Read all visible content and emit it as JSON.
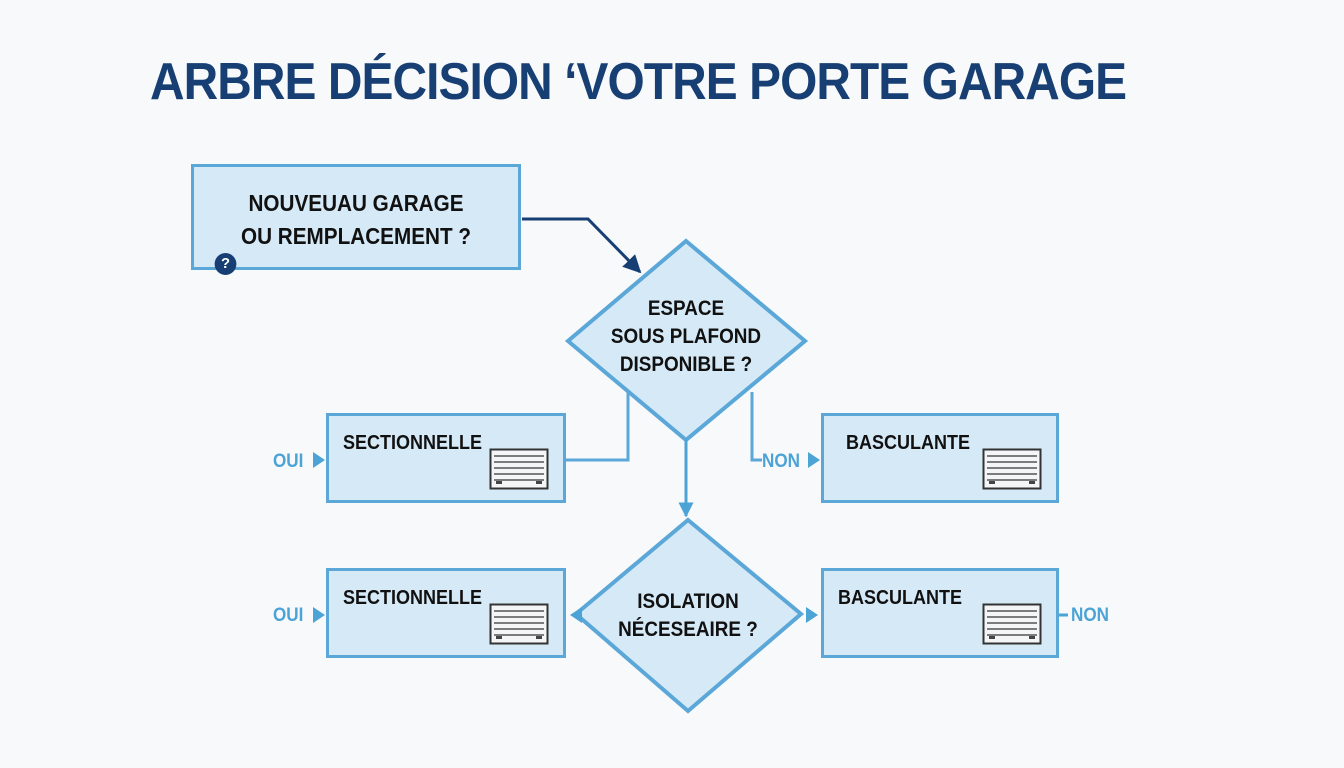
{
  "title": "ARBRE DÉCISION ‘VOTRE PORTE GARAGE",
  "start": {
    "line1": "NOUVEUAU GARAGE",
    "line2": "OU REMPLACEMENT ?",
    "help_icon": "?"
  },
  "decision1": {
    "line1": "ESPACE",
    "line2": "SOUS PLAFOND",
    "line3": "DISPONIBLE ?"
  },
  "decision2": {
    "line1": "ISOLATION",
    "line2": "NÉCESEAIRE ?"
  },
  "row1": {
    "left_label": "OUI",
    "left_box": "SECTIONNELLE",
    "right_label": "NON",
    "right_box": "BASCULANTE"
  },
  "row2": {
    "left_label": "OUI",
    "left_box": "SECTIONNELLE",
    "right_label": "NON",
    "right_box": "BASCULANTE"
  },
  "icons": {
    "help": "question-circle-icon",
    "door": "garage-door-icon"
  },
  "colors": {
    "title": "#173f73",
    "box_fill": "#d6e9f7",
    "box_border": "#5aa7d8",
    "arrow_dark": "#173f73",
    "arrow_light": "#4ca3d6"
  }
}
